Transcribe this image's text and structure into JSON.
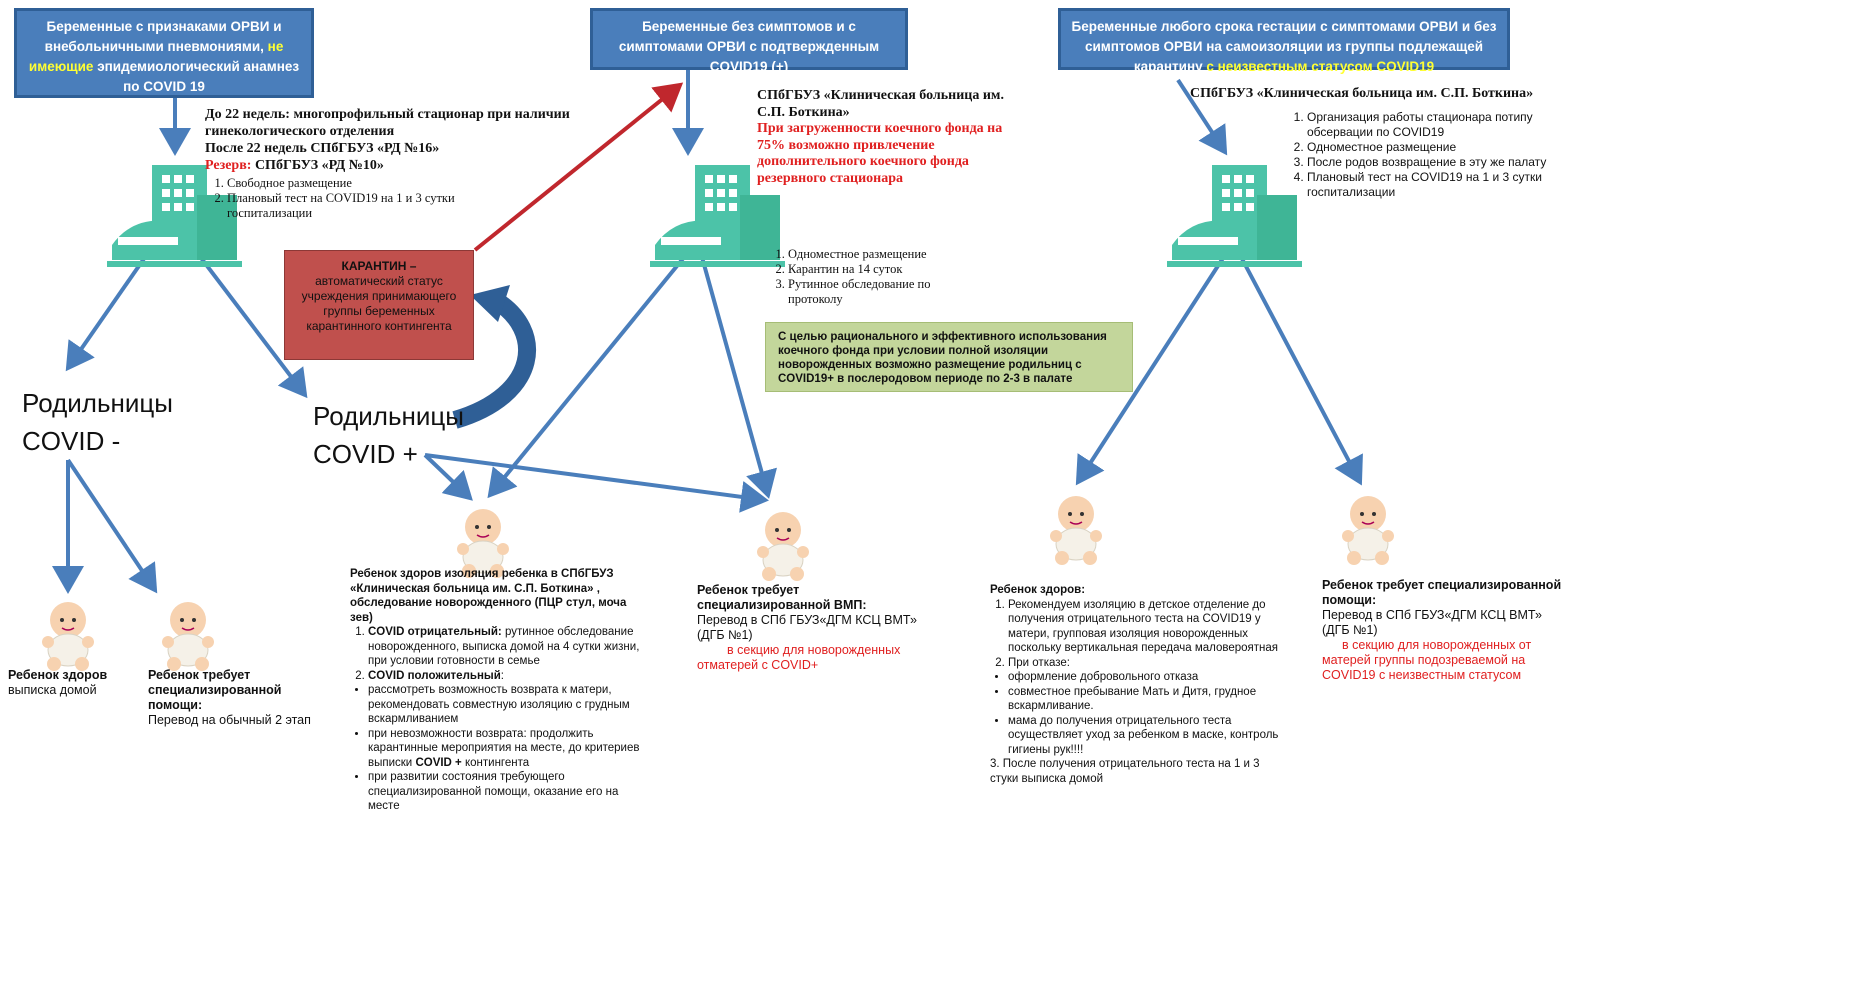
{
  "headers": {
    "h1": {
      "part1": "Беременные с признаками ОРВИ и внебольничными пневмониями, ",
      "highlight": "не имеющие",
      "part2": " эпидемиологический анамнез по COVID 19"
    },
    "h2": {
      "text": "Беременные без симптомов и с симптомами ОРВИ с подтвержденным COVID19 (+)"
    },
    "h3": {
      "part1": "Беременные  любого срока гестации с симптомами ОРВИ и без симптомов ОРВИ на самоизоляции из группы подлежащей карантину ",
      "highlight": "с неизвестным статусом COVID19"
    }
  },
  "left": {
    "line1": "До 22 недель: многопрофильный стационар при наличии гинекологического отделения",
    "line2": "После 22 недель СПбГБУЗ «РД №16»",
    "reserve_label": "Резерв:",
    "reserve_value": " СПбГБУЗ «РД №10»",
    "items": [
      "Свободное размещение",
      "Плановый тест на COVID19 на 1 и 3 сутки госпитализации"
    ]
  },
  "quarantine": {
    "title": "КАРАНТИН –",
    "text": "автоматический статус учреждения принимающего группы беременных карантинного контингента"
  },
  "middle": {
    "hospital": "СПбГБУЗ «Клиническая больница им. С.П. Боткина»",
    "red_note": "При загруженности коечного фонда на 75% возможно привлечение дополнительного коечного фонда резервного стационара",
    "items": [
      "Одноместное размещение",
      "Карантин на 14 суток",
      "Рутинное обследование по протоколу"
    ],
    "green_note": "С целью рационального и эффективного использования коечного фонда при условии полной изоляции новорожденных возможно размещение родильниц с COVID19+ в послеродовом периоде по 2-3  в палате"
  },
  "right": {
    "hospital": "СПбГБУЗ «Клиническая больница им. С.П. Боткина»",
    "items": [
      "Организация работы стационара потипу обсервации по COVID19",
      "Одноместное  размещение",
      "После родов возвращение в эту же палату",
      "Плановый тест на COVID19 на 1 и 3 сутки госпитализации"
    ]
  },
  "labels": {
    "covid_neg": "Родильницы COVID -",
    "covid_pos": "Родильницы COVID +"
  },
  "babies": {
    "b1": {
      "title": "Ребенок здоров",
      "text": "выписка домой"
    },
    "b2": {
      "title": "Ребенок требует специализированной помощи:",
      "text": "Перевод на обычный 2 этап"
    },
    "b3": {
      "title": "Ребенок здоров изоляция ребенка в СПбГБУЗ «Клиническая больница им. С.П. Боткина» , обследование новорожденного (ПЦР стул, моча зев)",
      "neg_label": "COVID отрицательный:",
      "neg_text": " рутинное обследование новорожденного, выписка домой на 4 сутки жизни, при условии готовности в семье",
      "pos_label": "COVID положительный",
      "pos_text": ":",
      "bullets": [
        "рассмотреть возможность возврата к матери, рекомендовать совместную изоляцию с грудным  вскармливанием",
        "при невозможности возврата: продолжить карантинные  мероприятия на месте, до критериев выписки ",
        "при развитии  состояния требующего специализированной помощи, оказание его на месте"
      ],
      "bullet2_bold": "COVID +",
      "bullet2_tail": " контингента"
    },
    "b4": {
      "title": "Ребенок требует  специализированной ВМП:",
      "text": "Перевод в СПб ГБУЗ«ДГМ КСЦ ВМТ» (ДГБ №1)",
      "red": "в секцию для новорожденных отматерей с COVID+"
    },
    "b5": {
      "title": "Ребенок здоров:",
      "item1": "Рекомендуем изоляцию в детское отделение до получения отрицательного теста на COVID19 у матери, групповая изоляция новорожденных поскольку вертикальная передача маловероятная",
      "item2": "При отказе:",
      "bullets": [
        "оформление добровольного отказа",
        "совместное пребывание Мать и Дитя, грудное вскармливание.",
        "мама до получения отрицательного  теста осуществляет уход за ребенком в маске, контроль гигиены рук!!!!"
      ],
      "item3": "3. После получения отрицательного теста на 1 и 3 стуки выписка домой"
    },
    "b6": {
      "title": "Ребенок требует  специализированной помощи:",
      "text": "Перевод в СПб ГБУЗ«ДГМ КСЦ ВМТ» (ДГБ №1)",
      "red": "в секцию для новорожденных  от матерей группы подозреваемой на COVID19 с неизвестным статусом"
    }
  }
}
